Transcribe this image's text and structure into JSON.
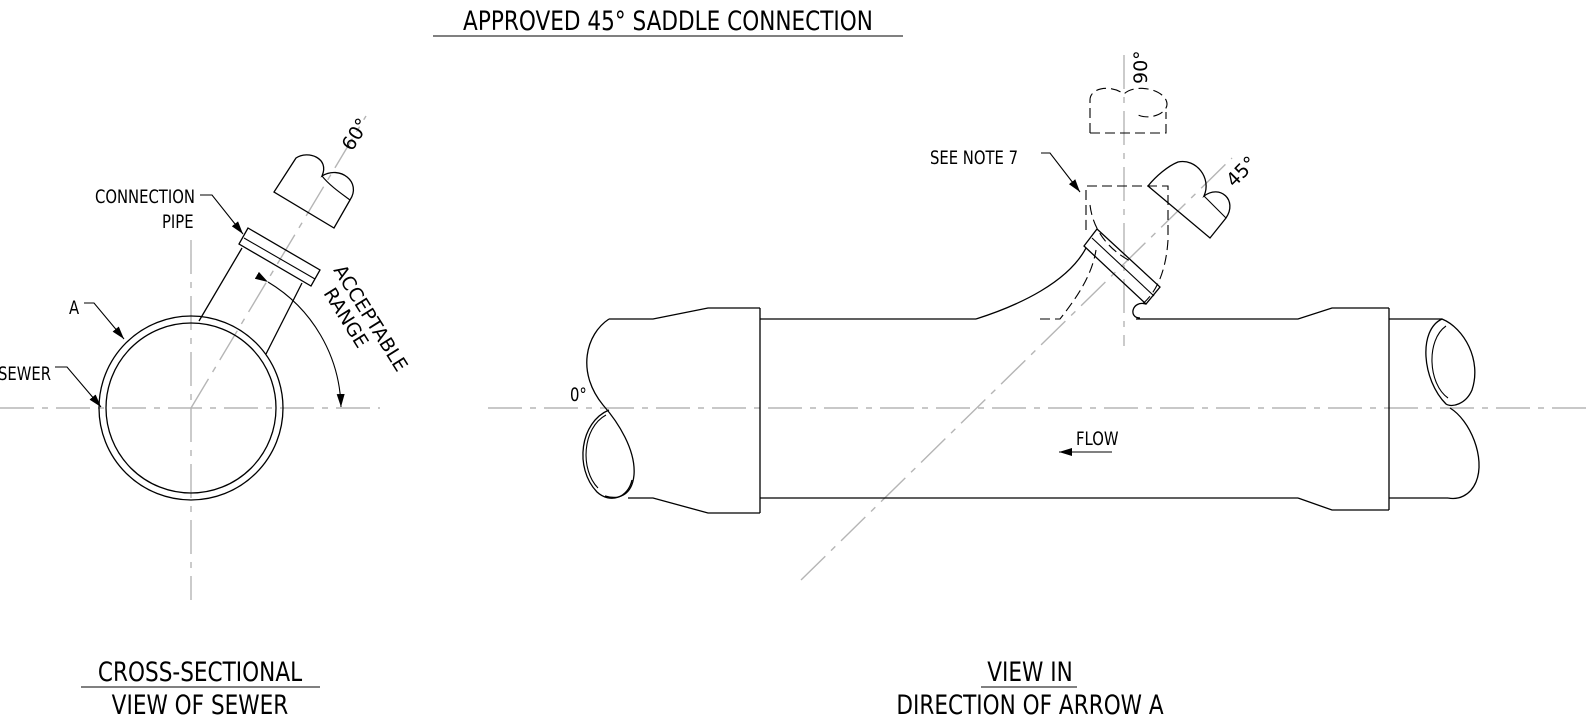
{
  "title": "APPROVED 45° SADDLE CONNECTION",
  "left_view": {
    "caption_line1": "CROSS-SECTIONAL",
    "caption_line2": "VIEW OF SEWER",
    "label_connection_line1": "CONNECTION",
    "label_connection_line2": "PIPE",
    "label_arrow": "A",
    "label_sewer": "SEWER",
    "label_range_line1": "ACCEPTABLE",
    "label_range_line2": "RANGE",
    "angle_60": "60°"
  },
  "right_view": {
    "caption_line1": "VIEW IN",
    "caption_line2": "DIRECTION OF ARROW A",
    "label_note": "SEE NOTE 7",
    "label_flow": "FLOW",
    "angle_0": "0°",
    "angle_90": "90°",
    "angle_45": "45°"
  }
}
